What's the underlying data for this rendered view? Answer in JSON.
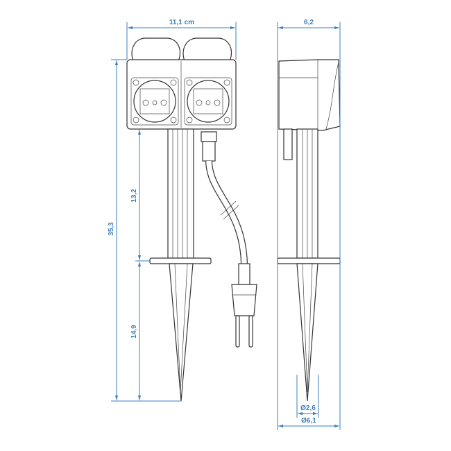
{
  "dimensions": {
    "width_front": "11,1 cm",
    "width_side": "6,2",
    "total_height": "35,3",
    "upper_height": "13,2",
    "spike_height": "14,9",
    "spike_tip_diameter": "Ø2,6",
    "flange_diameter": "Ø6,1"
  },
  "colors": {
    "dimension": "#3b7fbf",
    "outline": "#333333"
  }
}
